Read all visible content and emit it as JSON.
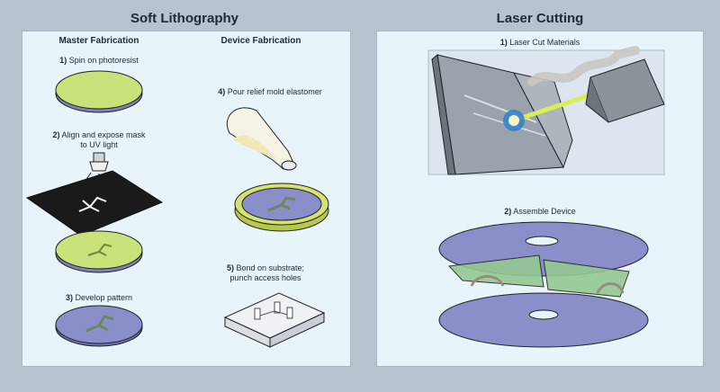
{
  "left": {
    "title": "Soft Lithography",
    "master_heading": "Master Fabrication",
    "device_heading": "Device Fabrication",
    "steps": [
      {
        "num": "1)",
        "text": "Spin on photoresist"
      },
      {
        "num": "2)",
        "text": "Align and expose mask to UV light"
      },
      {
        "num": "3)",
        "text": "Develop pattern"
      },
      {
        "num": "4)",
        "text": "Pour relief mold elastomer"
      },
      {
        "num": "5)",
        "text": "Bond on substrate; punch access holes"
      }
    ]
  },
  "right": {
    "title": "Laser Cutting",
    "steps": [
      {
        "num": "1)",
        "text": "Laser Cut Materials"
      },
      {
        "num": "2)",
        "text": "Assemble Device"
      }
    ]
  },
  "colors": {
    "background": "#b8c2cc",
    "panel": "#e8f3fa",
    "photoresist": "#c9e27a",
    "wafer": "#8a8ec9",
    "mask": "#1a1a1a",
    "laser_beam": "#d8f050",
    "acrylic": "#cbd3dc"
  }
}
